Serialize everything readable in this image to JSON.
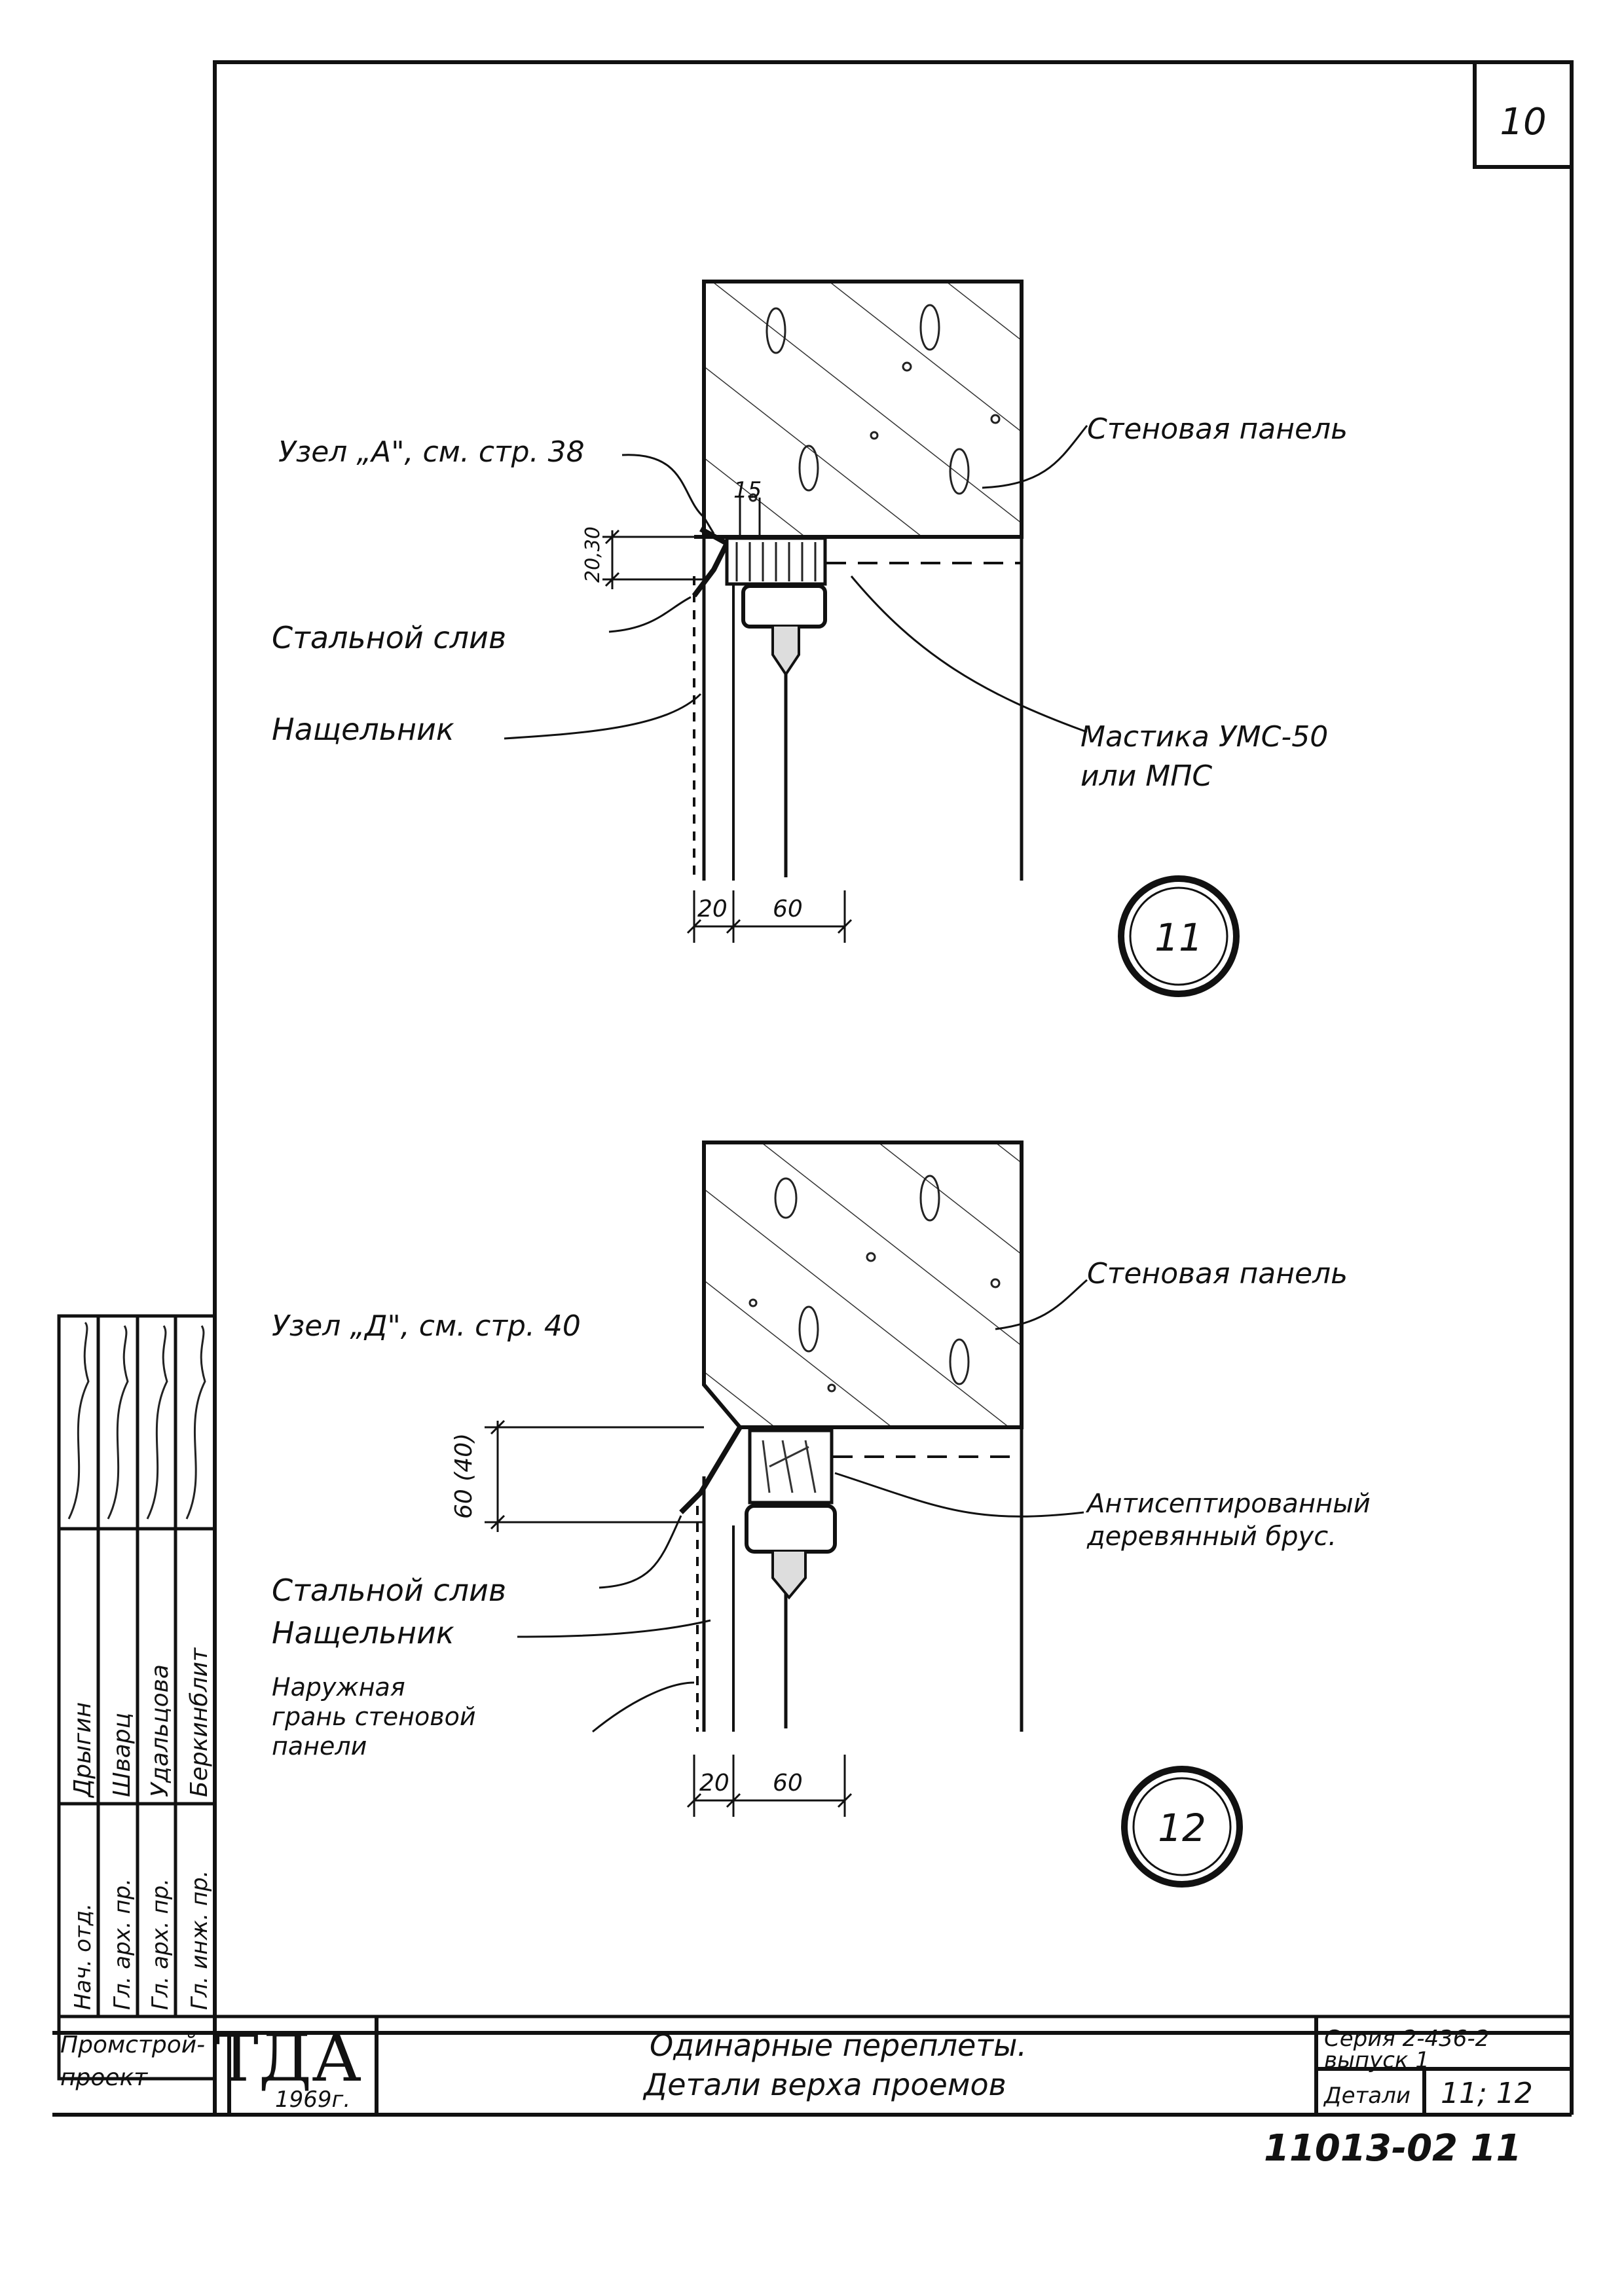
{
  "sheet": {
    "page_number": "10",
    "sheet_number": "11013-02  11"
  },
  "detail_11": {
    "marker": "11",
    "callout_node": "Узел „A\", см. стр. 38",
    "callout_wall_panel": "Стеновая панель",
    "callout_steel_drip": "Стальной слив",
    "callout_cover_strip": "Нащельник",
    "callout_mastic_1": "Мастика УМС-50",
    "callout_mastic_2": "или МПС",
    "dim_15": "15",
    "dim_20_30": "20,30",
    "dim_bottom_20": "20",
    "dim_bottom_60": "60"
  },
  "detail_12": {
    "marker": "12",
    "callout_node": "Узел „Д\", см. стр. 40",
    "callout_wall_panel": "Стеновая панель",
    "callout_steel_drip": "Стальной слив",
    "callout_cover_strip": "Нащельник",
    "callout_outer_face_1": "Наружная",
    "callout_outer_face_2": "грань стеновой",
    "callout_outer_face_3": "панели",
    "callout_beam_1": "Антисептированный",
    "callout_beam_2": "деревянный брус.",
    "dim_60_40": "60 (40)",
    "dim_bottom_20": "20",
    "dim_bottom_60": "60"
  },
  "signatures": [
    {
      "role": "Нач. отд.",
      "name": "Дрыгин"
    },
    {
      "role": "Гл. арх. пр.",
      "name": "Шварц"
    },
    {
      "role": "Гл. арх. пр.",
      "name": "Удальцова"
    },
    {
      "role": "Гл. инж. пр.",
      "name": "Беркинблит"
    }
  ],
  "title_block": {
    "org_line1": "Промстрой-",
    "org_line2": "проект",
    "logo": "ТДА",
    "year": "1969г.",
    "title_line1": "Одинарные переплеты.",
    "title_line2": "Детали верха проемов",
    "series_line1": "Серия 2-436-2",
    "series_line2": "выпуск 1",
    "details_label": "Детали",
    "details_value": "11; 12"
  }
}
